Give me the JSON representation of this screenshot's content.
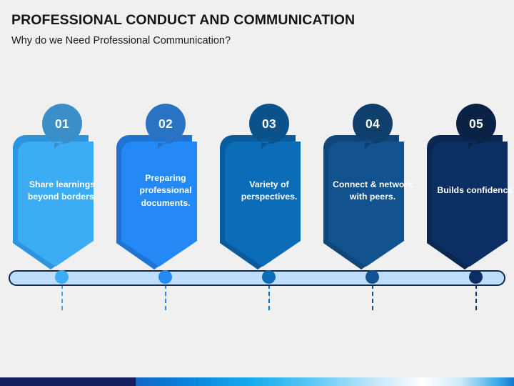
{
  "header": {
    "title": "PROFESSIONAL CONDUCT AND COMMUNICATION",
    "subtitle": "Why do we Need Professional Communication?"
  },
  "theme": {
    "background": "#f0f0f0",
    "title_color": "#161616",
    "timeline_fill": "#bfdefb",
    "timeline_border": "#12294f",
    "connector_color": "#3aa0f0",
    "footer_navy": "#131f5e"
  },
  "diagram": {
    "type": "process-steps-timeline",
    "step_count": 5,
    "steps": [
      {
        "number": "01",
        "text": "Share learnings beyond borders.",
        "fill": "#3cacf5",
        "shade": "#2f94de",
        "badge": "#3a8fc9",
        "dot": "#3cacf5"
      },
      {
        "number": "02",
        "text": "Preparing professional documents.",
        "fill": "#2589f5",
        "shade": "#1f73d2",
        "badge": "#2a72c4",
        "dot": "#2589f5"
      },
      {
        "number": "03",
        "text": "Variety of perspectives.",
        "fill": "#0b6cb8",
        "shade": "#0a5b9c",
        "badge": "#0a5289",
        "dot": "#0b6cb8"
      },
      {
        "number": "04",
        "text": "Connect & network with peers.",
        "fill": "#12528e",
        "shade": "#0f4577",
        "badge": "#0f3f6c",
        "dot": "#12528e"
      },
      {
        "number": "05",
        "text": "Builds confidence.",
        "fill": "#0b2f63",
        "shade": "#092750",
        "badge": "#0a2245",
        "dot": "#0b2f63"
      }
    ]
  }
}
